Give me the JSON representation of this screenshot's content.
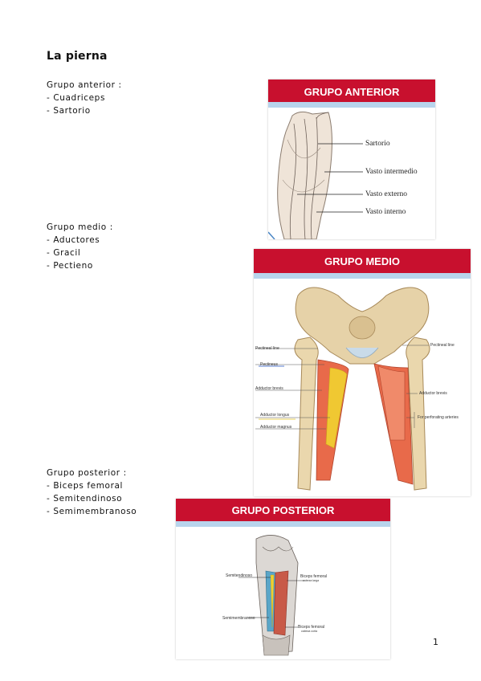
{
  "title": "La pierna",
  "groups": {
    "anterior": {
      "heading": "Grupo anterior :",
      "items": [
        "Cuadriceps",
        "Sartorio"
      ]
    },
    "medio": {
      "heading": "Grupo medio :",
      "items": [
        "Aductores",
        "Gracil",
        "Pectieno"
      ]
    },
    "posterior": {
      "heading": "Grupo posterior :",
      "items": [
        "Biceps femoral",
        "Semitendinoso",
        "Semimembranoso"
      ]
    }
  },
  "slides": {
    "anterior": {
      "banner": "GRUPO ANTERIOR",
      "labels": [
        "Sartorio",
        "Vasto intermedio",
        "Vasto externo",
        "Vasto interno"
      ]
    },
    "medio": {
      "banner": "GRUPO MEDIO",
      "labels_left": [
        "Pectineal line",
        "Pectineus",
        "Adductor brevis",
        "Adductor longus",
        "Adductor magnus"
      ],
      "labels_right": [
        "Pectineal line",
        "Adductor brevis",
        "For perforating arteries"
      ]
    },
    "posterior": {
      "banner": "GRUPO POSTERIOR",
      "labels_left": [
        "Semitendinoso",
        "Semimembranoso"
      ],
      "labels_right": [
        "Biceps femoral",
        "cabeza larga",
        "Biceps femoral",
        "cabeza corta"
      ]
    }
  },
  "page_number": "1",
  "colors": {
    "banner": "#c8102e",
    "banner_stripe": "#b8d4ec"
  }
}
